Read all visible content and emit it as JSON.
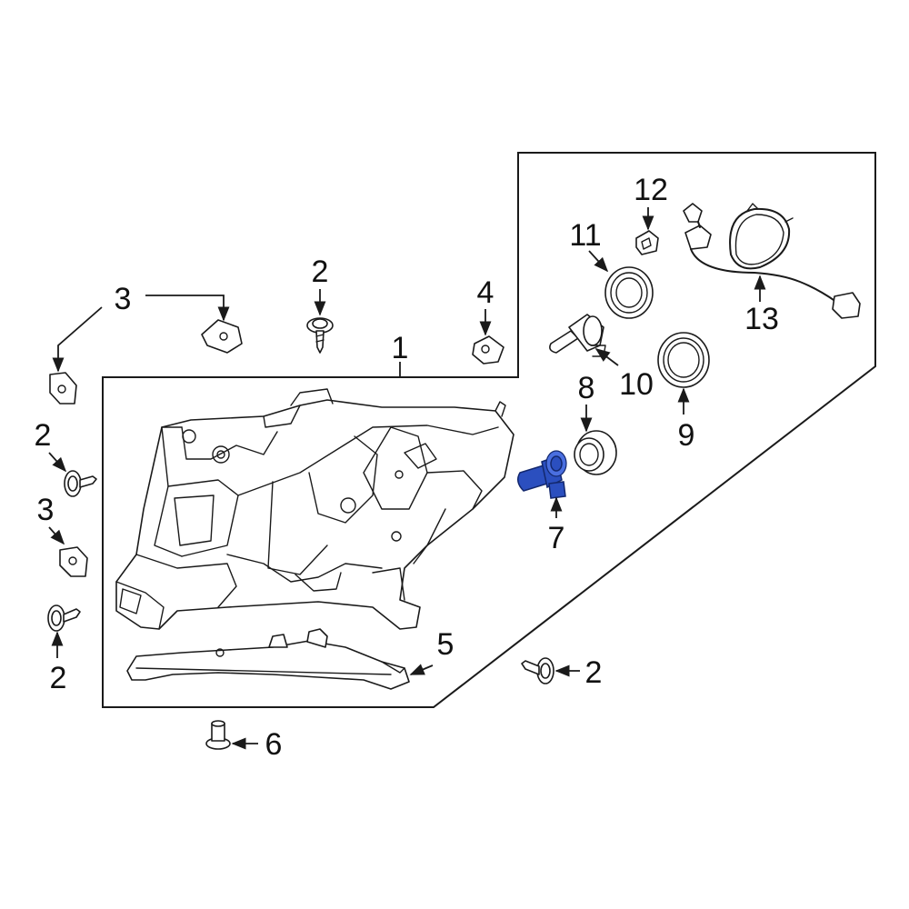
{
  "diagram": {
    "highlight_color": "#2b4fbf",
    "line_color": "#1a1a1a",
    "callouts": {
      "c1": "1",
      "c2_top": "2",
      "c2_left_upper": "2",
      "c2_left_lower": "2",
      "c2_right": "2",
      "c3_top": "3",
      "c3_mid": "3",
      "c4": "4",
      "c5": "5",
      "c6": "6",
      "c7": "7",
      "c8": "8",
      "c9": "9",
      "c10": "10",
      "c11": "11",
      "c12": "12",
      "c13": "13"
    }
  }
}
